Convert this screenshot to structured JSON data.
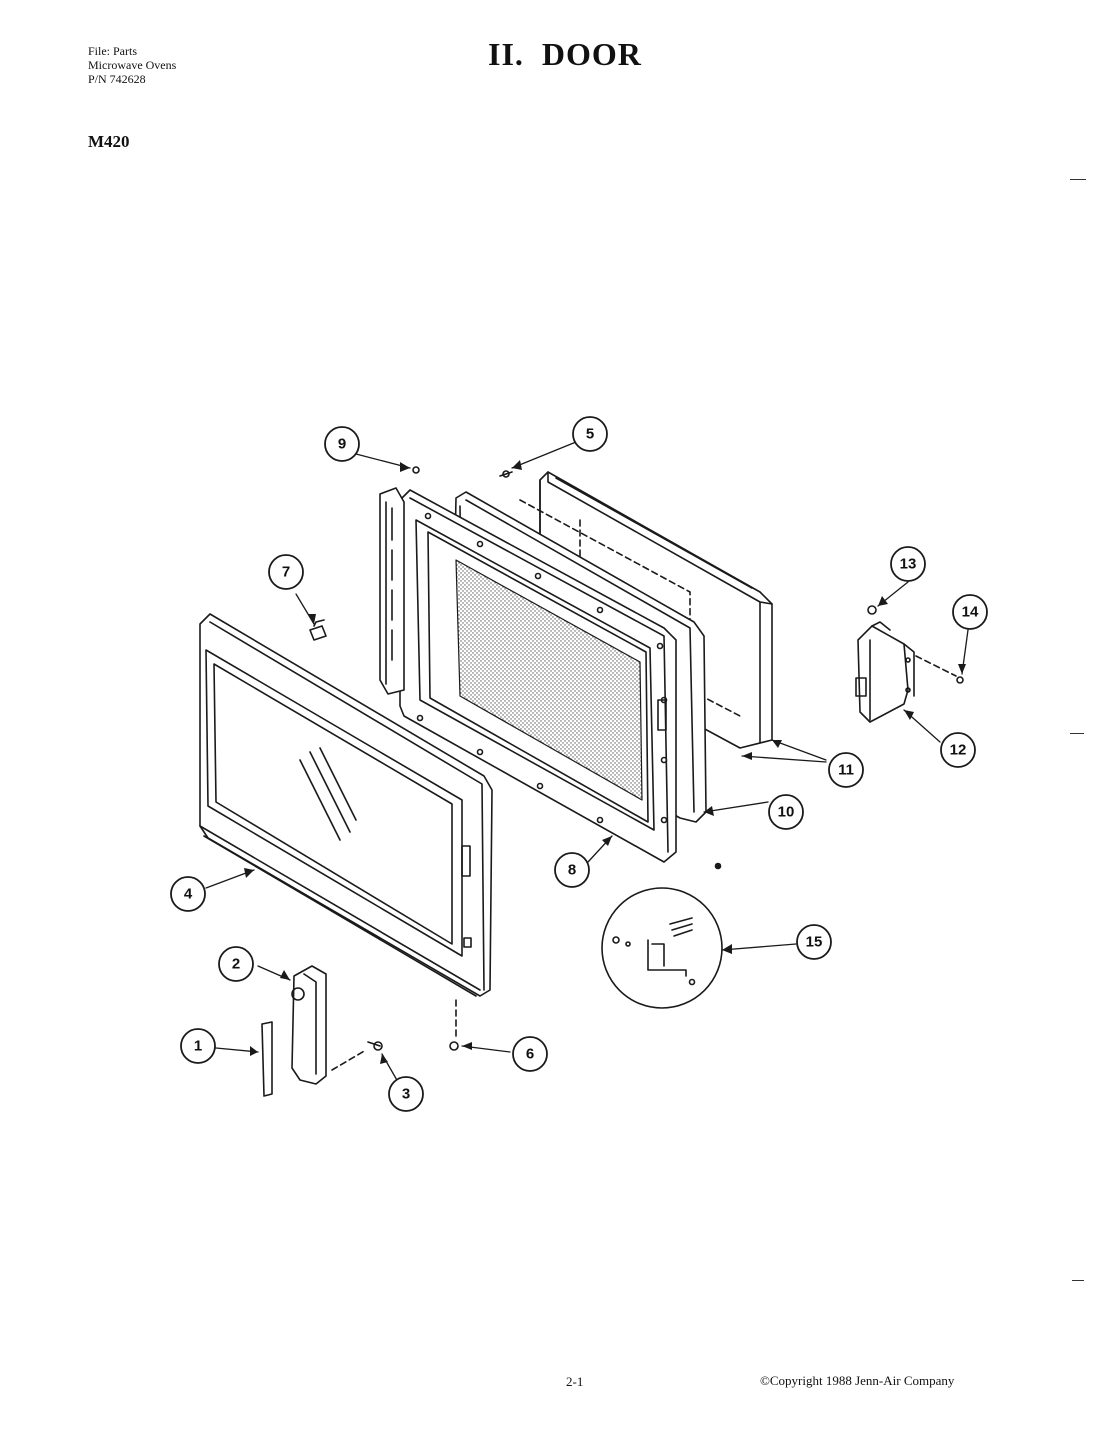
{
  "header": {
    "file_lines": [
      "File: Parts",
      "Microwave Ovens",
      "P/N 742628"
    ],
    "title": "II.  DOOR",
    "model": "M420"
  },
  "footer": {
    "page_number": "2-1",
    "copyright": "©Copyright 1988 Jenn-Air Company"
  },
  "callouts": {
    "c1": "1",
    "c2": "2",
    "c3": "3",
    "c4": "4",
    "c5": "5",
    "c6": "6",
    "c7": "7",
    "c8": "8",
    "c9": "9",
    "c10": "10",
    "c11": "11",
    "c12": "12",
    "c13": "13",
    "c14": "14",
    "c15": "15"
  }
}
